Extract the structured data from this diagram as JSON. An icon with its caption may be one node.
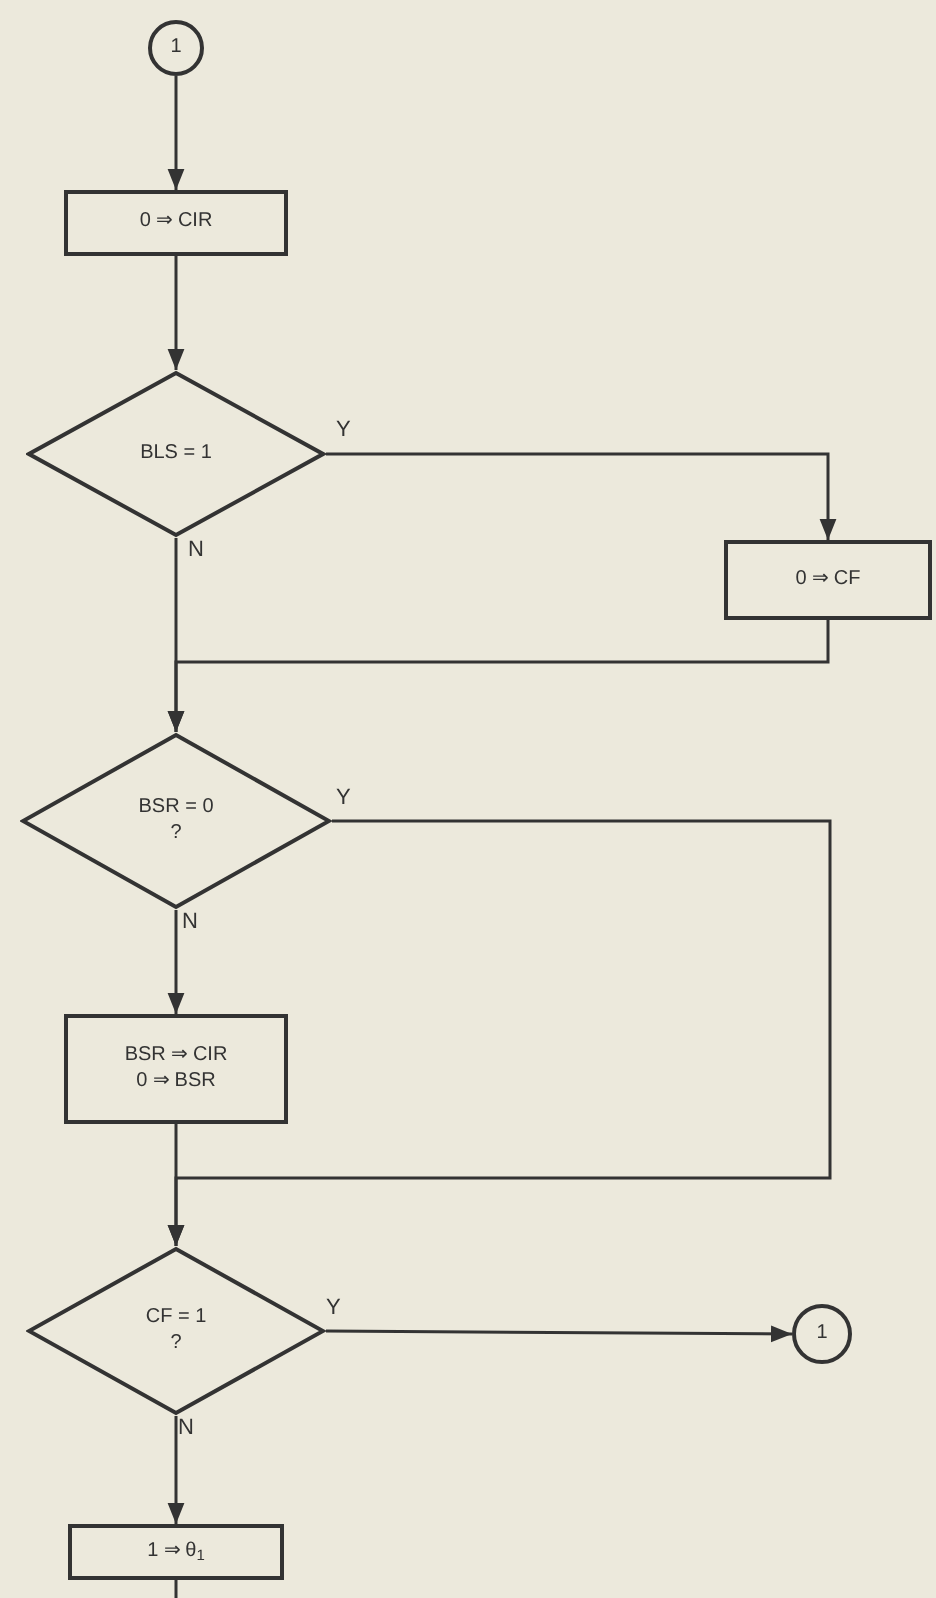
{
  "diagram": {
    "nodes": [
      {
        "text": [
          "1"
        ]
      },
      {
        "text": [
          "0 ⇒ CIR"
        ]
      },
      {
        "text": [
          "BLS = 1"
        ]
      },
      {
        "text": [
          "0 ⇒ CF"
        ]
      },
      {
        "text": [
          "BSR = 0",
          "?"
        ]
      },
      {
        "text": [
          "BSR ⇒ CIR",
          "0 ⇒ BSR"
        ]
      },
      {
        "text": [
          "CF = 1",
          "?"
        ]
      },
      {
        "text": [
          "1"
        ]
      },
      {
        "text": [
          "1 ⇒ θ$_{1}$"
        ]
      }
    ],
    "edges": [
      {
        "from": 0,
        "to": 1,
        "arrow": "to"
      },
      {
        "from": 1,
        "to": 2,
        "arrow": "to"
      },
      {
        "from": 2,
        "to": 3,
        "arrow": "to",
        "label": "Y"
      },
      {
        "from": 2,
        "to": 4,
        "arrow": "to",
        "label": "N"
      },
      {
        "from": 3,
        "to": 4,
        "arrow": "to"
      },
      {
        "from": 4,
        "to": 5,
        "arrow": "to",
        "label": "N"
      },
      {
        "from": 4,
        "to": 6,
        "arrow": "to",
        "label": "Y"
      },
      {
        "from": 5,
        "to": 6,
        "arrow": "to"
      },
      {
        "from": 6,
        "to": 7,
        "arrow": "to",
        "label": "Y"
      },
      {
        "from": 6,
        "to": 8,
        "arrow": "to",
        "label": "N"
      },
      {
        "from": 8,
        "to": null,
        "arrow": "none"
      }
    ]
  }
}
